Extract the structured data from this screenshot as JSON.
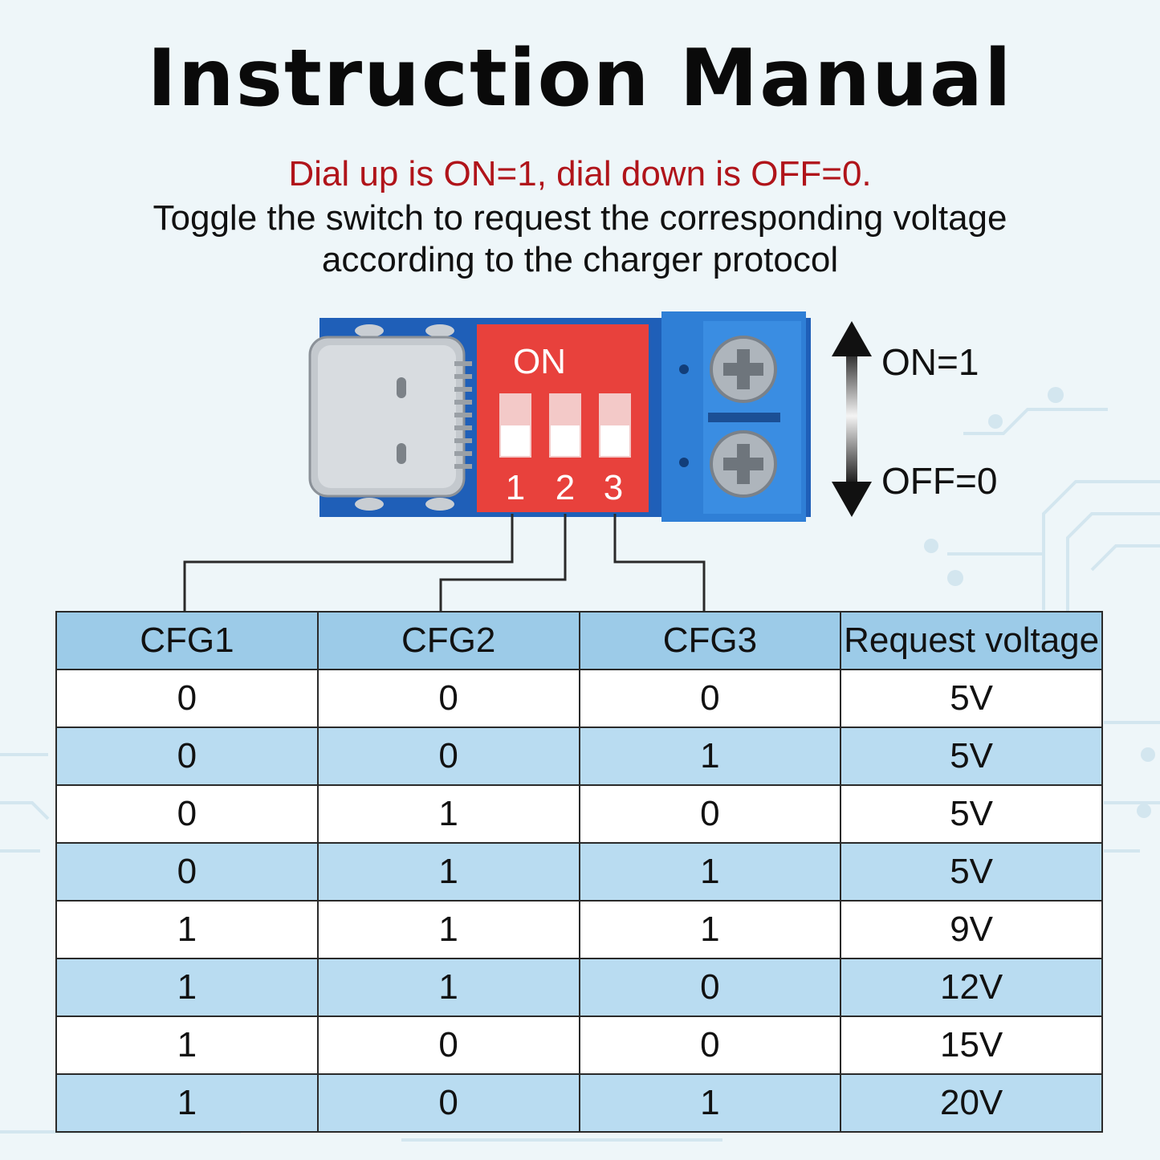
{
  "title": "Instruction Manual",
  "subtitle_red": "Dial up is ON=1, dial down is OFF=0.",
  "subtitle_lines": [
    "Toggle the switch to request the corresponding voltage",
    "according to the charger protocol"
  ],
  "board": {
    "switch_label": "ON",
    "switch_numbers": [
      "1",
      "2",
      "3"
    ]
  },
  "arrow": {
    "on_label": "ON=1",
    "off_label": "OFF=0"
  },
  "table": {
    "headers": [
      "CFG1",
      "CFG2",
      "CFG3",
      "Request voltage"
    ],
    "rows": [
      [
        "0",
        "0",
        "0",
        "5V"
      ],
      [
        "0",
        "0",
        "1",
        "5V"
      ],
      [
        "0",
        "1",
        "0",
        "5V"
      ],
      [
        "0",
        "1",
        "1",
        "5V"
      ],
      [
        "1",
        "1",
        "1",
        "9V"
      ],
      [
        "1",
        "1",
        "0",
        "12V"
      ],
      [
        "1",
        "0",
        "0",
        "15V"
      ],
      [
        "1",
        "0",
        "1",
        "20V"
      ]
    ]
  },
  "colors": {
    "title": "#0a0a0a",
    "subtitle_red": "#b0141a",
    "table_header": "#9ccbe8",
    "table_row_alt": "#b9dcf1",
    "pcb_blue": "#1f5fb8",
    "dip_red": "#e8413c",
    "terminal_blue": "#2f7fd6"
  }
}
